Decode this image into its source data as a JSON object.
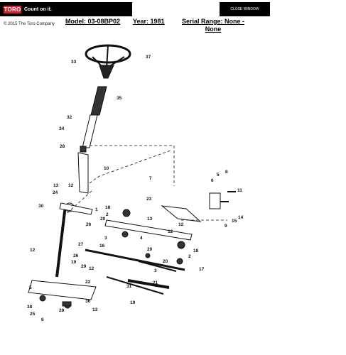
{
  "header": {
    "logo_text": "TORO",
    "tagline": "Count on it.",
    "close_label": "CLOSE WINDOW",
    "copyright": "© 2015 The Toro Company"
  },
  "info": {
    "model": "Model:  03-08BP02",
    "year": "Year:  1981",
    "serial_line1": "Serial Range:  None -",
    "serial_line2": "None"
  },
  "diagram": {
    "callouts": [
      "37",
      "33",
      "35",
      "32",
      "34",
      "28",
      "10",
      "13",
      "24",
      "12",
      "7",
      "5",
      "8",
      "6",
      "11",
      "23",
      "30",
      "1",
      "18",
      "2",
      "20",
      "26",
      "13",
      "15",
      "14",
      "9",
      "27",
      "3",
      "4",
      "16",
      "12",
      "12",
      "12",
      "20",
      "26",
      "19",
      "29",
      "12",
      "22",
      "5",
      "38",
      "25",
      "6",
      "28",
      "36",
      "13",
      "31",
      "21",
      "19",
      "3",
      "17",
      "18",
      "2",
      "20"
    ]
  },
  "colors": {
    "bar_bg": "#000000",
    "logo_red": "#d3202a",
    "line": "#111111"
  }
}
